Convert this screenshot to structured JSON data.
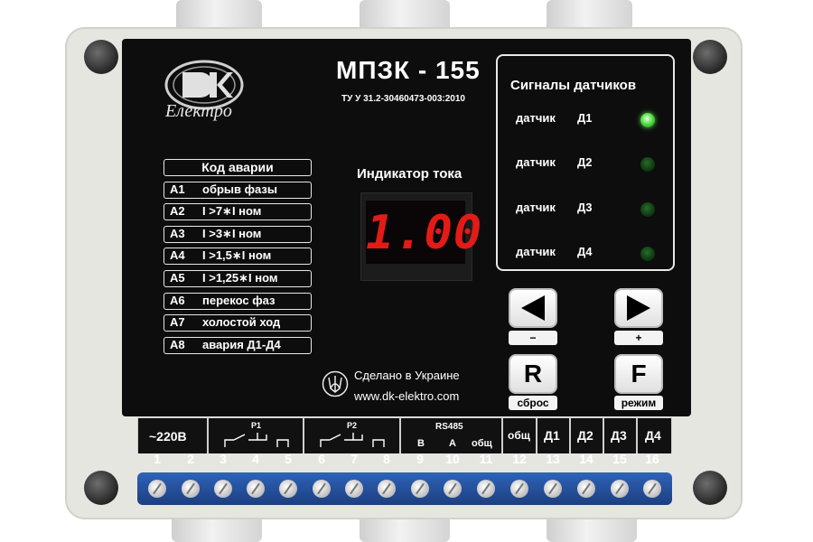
{
  "device": {
    "model": "МПЗК - 155",
    "standard": "ТУ У 31.2-30460473-003:2010",
    "logo_text": "Електро",
    "logo_mark": "DK"
  },
  "fault_codes": {
    "title": "Код аварии",
    "items": [
      {
        "code": "A1",
        "text": "обрыв фазы"
      },
      {
        "code": "A2",
        "text": "I >7∗I ном"
      },
      {
        "code": "A3",
        "text": "I >3∗I ном"
      },
      {
        "code": "A4",
        "text": "I >1,5∗I ном"
      },
      {
        "code": "A5",
        "text": "I >1,25∗I ном"
      },
      {
        "code": "A6",
        "text": "перекос фаз"
      },
      {
        "code": "A7",
        "text": "холостой ход"
      },
      {
        "code": "A8",
        "text": "авария Д1-Д4"
      }
    ]
  },
  "current_indicator": {
    "title": "Индикатор тока",
    "value": "1.00",
    "color": "#e31b17"
  },
  "made_in": "Сделано в Украине",
  "website": "www.dk-elektro.com",
  "sensors": {
    "title": "Сигналы датчиков",
    "items": [
      {
        "label": "датчик",
        "id": "Д1",
        "led": "on"
      },
      {
        "label": "датчик",
        "id": "Д2",
        "led": "off"
      },
      {
        "label": "датчик",
        "id": "Д3",
        "led": "off"
      },
      {
        "label": "датчик",
        "id": "Д4",
        "led": "off"
      }
    ],
    "led_on_color": "#58e04a"
  },
  "buttons": {
    "left": {
      "icon": "arrow-left-icon",
      "label": "−"
    },
    "right": {
      "icon": "arrow-right-icon",
      "label": "+"
    },
    "reset": {
      "glyph": "R",
      "label": "сброс"
    },
    "mode": {
      "glyph": "F",
      "label": "режим"
    }
  },
  "terminals": {
    "groups": {
      "power": "~220B",
      "relay1": "P1",
      "relay2": "P2",
      "rs485": "RS485",
      "rs485_b": "B",
      "rs485_a": "A",
      "rs485_common": "общ",
      "sensor_common": "общ",
      "d1": "Д1",
      "d2": "Д2",
      "d3": "Д3",
      "d4": "Д4"
    },
    "numbers": [
      "1",
      "2",
      "3",
      "4",
      "5",
      "6",
      "7",
      "8",
      "9",
      "10",
      "11",
      "12",
      "13",
      "14",
      "15",
      "16"
    ],
    "strip_color": "#2f63b8"
  }
}
